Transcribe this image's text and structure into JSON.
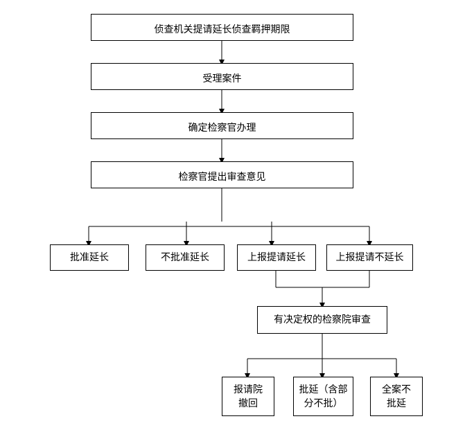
{
  "flowchart": {
    "step1": "侦查机关提请延长侦查羁押期限",
    "step2": "受理案件",
    "step3": "确定检察官办理",
    "step4": "检察官提出审查意见",
    "option1": "批准延长",
    "option2": "不批准延长",
    "option3": "上报提请延长",
    "option4": "上报提请不延长",
    "review": "有决定权的检察院审查",
    "result1": "报请院撤回",
    "result2": "批延（含部分不批）",
    "result3": "全案不批延"
  }
}
